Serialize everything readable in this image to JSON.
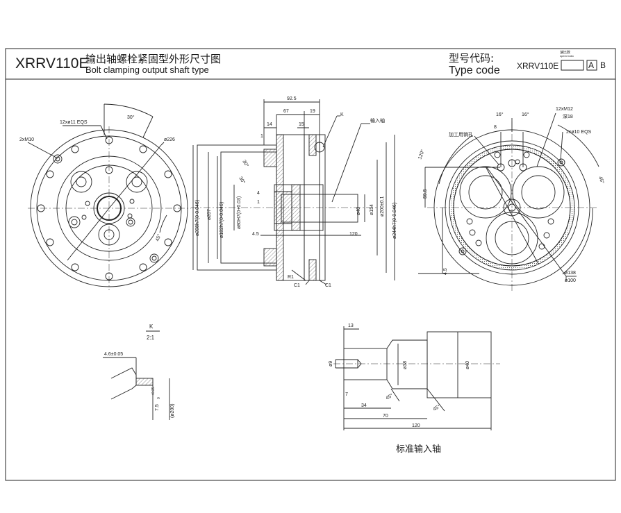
{
  "header": {
    "model": "XRRV110E",
    "title_cn": "输出轴螺栓紧固型外形尺寸图",
    "title_en": "Bolt clamping output shaft type",
    "type_code_cn": "型号代码:",
    "type_code_en": "Type code",
    "code_prefix": "XRRV110E",
    "code_a": "A",
    "code_b": "B",
    "ratio_cn": "速比数",
    "ratio_en": "speed ratio"
  },
  "front_view": {
    "angle_30": "30°",
    "angle_45": "45°",
    "holes_eqs": "12xø11 EQS",
    "tap": "2xM10",
    "diameter": "ø226"
  },
  "section_view": {
    "dim_925": "92.5",
    "dim_67": "67",
    "dim_19": "19",
    "dim_14": "14",
    "dim_15": "15",
    "dim_1": "1",
    "dim_4": "4",
    "dim_1b": "1",
    "dim_45": "4.5",
    "dim_120": "120",
    "k_label": "K",
    "input_shaft": "输入轴",
    "angle_30a": "30°",
    "angle_30b": "30°",
    "d208": "ø208h7(0-0.046)",
    "d207": "ø207",
    "d182": "ø182h7(0-0.046)",
    "d80": "ø80H7(0+0.03)",
    "d40": "ø40",
    "d154": "ø154",
    "d200": "ø200±0.1",
    "d244": "ø244h7(0-0.046)",
    "r1": "R1",
    "c1a": "C1",
    "c1b": "C1"
  },
  "rear_view": {
    "angle_16a": "16°",
    "angle_16b": "16°",
    "dim_8": "8",
    "tap_m12": "12xM12",
    "depth": "深18",
    "pin_hole": "加工用销孔",
    "holes_eqs": "2xø10 EQS",
    "angle_120": "120°",
    "angle_45": "45°",
    "dim_595": "59.5",
    "dim_45": "4.5",
    "d138": "ø138",
    "d100": "ø100"
  },
  "detail_k": {
    "label": "K",
    "scale": "2:1",
    "dim_46": "4.6±0.05",
    "dim_75": "7.5",
    "tol": "+0.25",
    "tol_lo": "0",
    "d200": "(ø200)"
  },
  "input_shaft_view": {
    "dim_13": "13",
    "dim_9": "ø9",
    "dim_7": "7",
    "d38": "ø38",
    "d40": "ø40",
    "angle_45a": "45°",
    "angle_45b": "45°",
    "dim_34": "34",
    "dim_70": "70",
    "dim_120": "120",
    "caption": "标准输入轴"
  }
}
